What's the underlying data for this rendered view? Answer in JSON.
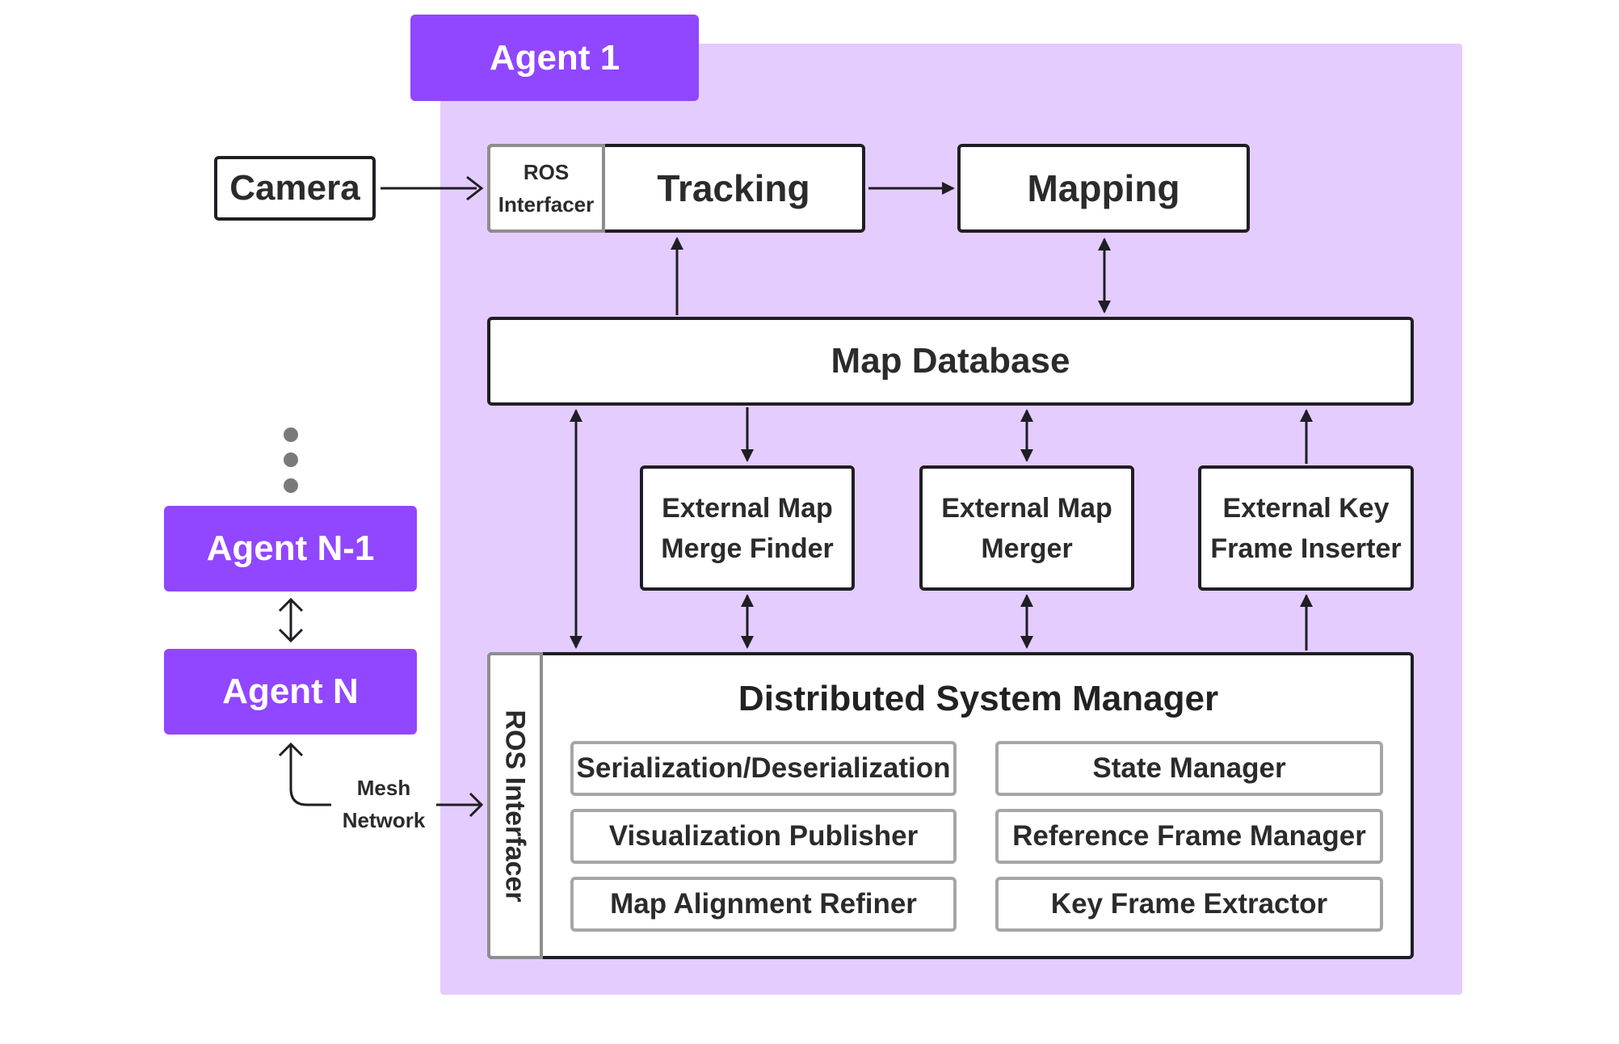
{
  "agent1": {
    "label": "Agent 1"
  },
  "camera": {
    "label": "Camera"
  },
  "tracking": {
    "ros_interfacer": "ROS\nInterfacer",
    "label": "Tracking"
  },
  "mapping": {
    "label": "Mapping"
  },
  "map_database": {
    "label": "Map Database"
  },
  "modules": {
    "merge_finder": "External Map\nMerge Finder",
    "map_merger": "External Map\nMerger",
    "keyframe_inserter": "External Key\nFrame Inserter"
  },
  "dsm": {
    "title": "Distributed System Manager",
    "ros_interfacer": "ROS Interfacer",
    "components": {
      "serialization": "Serialization/Deserialization",
      "state_manager": "State Manager",
      "visualization_publisher": "Visualization Publisher",
      "reference_frame_manager": "Reference Frame Manager",
      "map_alignment_refiner": "Map Alignment Refiner",
      "key_frame_extractor": "Key Frame Extractor"
    }
  },
  "other_agents": {
    "agent_n_minus_1": "Agent N-1",
    "agent_n": "Agent N"
  },
  "mesh_network": {
    "label": "Mesh\nNetwork"
  },
  "colors": {
    "agent_purple": "#9146ff",
    "agent_region": "#e5ccff",
    "box_border": "#1e1e24",
    "sub_border": "#a6a6a6",
    "ellipsis_dots": "#7a7a7a"
  }
}
